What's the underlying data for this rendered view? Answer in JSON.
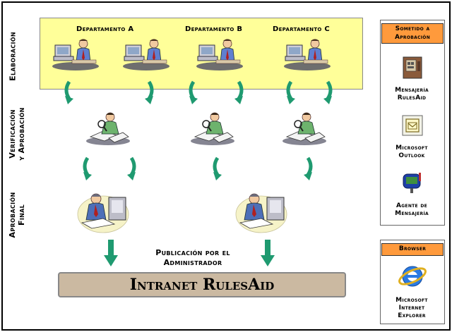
{
  "phases": {
    "elaboracion": "Elaboración",
    "verificacion": [
      "Verificación",
      "y Aprobación"
    ],
    "aprobacion_final": [
      "Aprobación",
      "Final"
    ]
  },
  "departments": [
    "Departamento A",
    "Departamento B",
    "Departamento C"
  ],
  "publication_label": [
    "Publicación por el",
    "Administrador"
  ],
  "intranet_title": "Intranet RulesAid",
  "approval_panel": {
    "title": [
      "Sometido a",
      "Aprobación"
    ],
    "systems": [
      {
        "icon": "rulesaid-messaging-icon",
        "label": [
          "Mensajería",
          "RulesAid"
        ]
      },
      {
        "icon": "outlook-icon",
        "label": [
          "Microsoft",
          "Outlook"
        ]
      },
      {
        "icon": "mailbox-agent-icon",
        "label": [
          "Agente de",
          "Mensajería"
        ]
      }
    ]
  },
  "browser_panel": {
    "title": "Browser",
    "system": {
      "icon": "internet-explorer-icon",
      "label": [
        "Microsoft",
        "Internet",
        "Explorer"
      ]
    }
  },
  "colors": {
    "elaboration_bg": "#ffff99",
    "panel_header": "#ff9a3c",
    "intranet_bg": "#cbb9a1",
    "arrow_green": "#1f9a70"
  }
}
